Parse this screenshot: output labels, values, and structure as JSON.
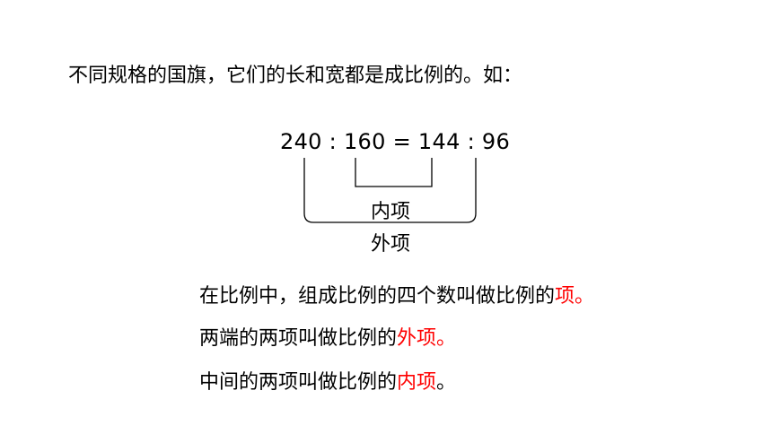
{
  "intro": "不同规格的国旗，它们的长和宽都是成比例的。如：",
  "equation": "240 : 160 = 144 : 96",
  "inner_term_label": "内项",
  "outer_term_label": "外项",
  "definitions": [
    {
      "text": "在比例中，组成比例的四个数叫做比例的",
      "highlight": "项。"
    },
    {
      "text": "两端的两项叫做比例的",
      "highlight": "外项。"
    },
    {
      "text": "中间的两项叫做比例的",
      "highlight": "内项",
      "tail": "。"
    }
  ],
  "colors": {
    "highlight": "#ff0000",
    "text": "#000000"
  }
}
